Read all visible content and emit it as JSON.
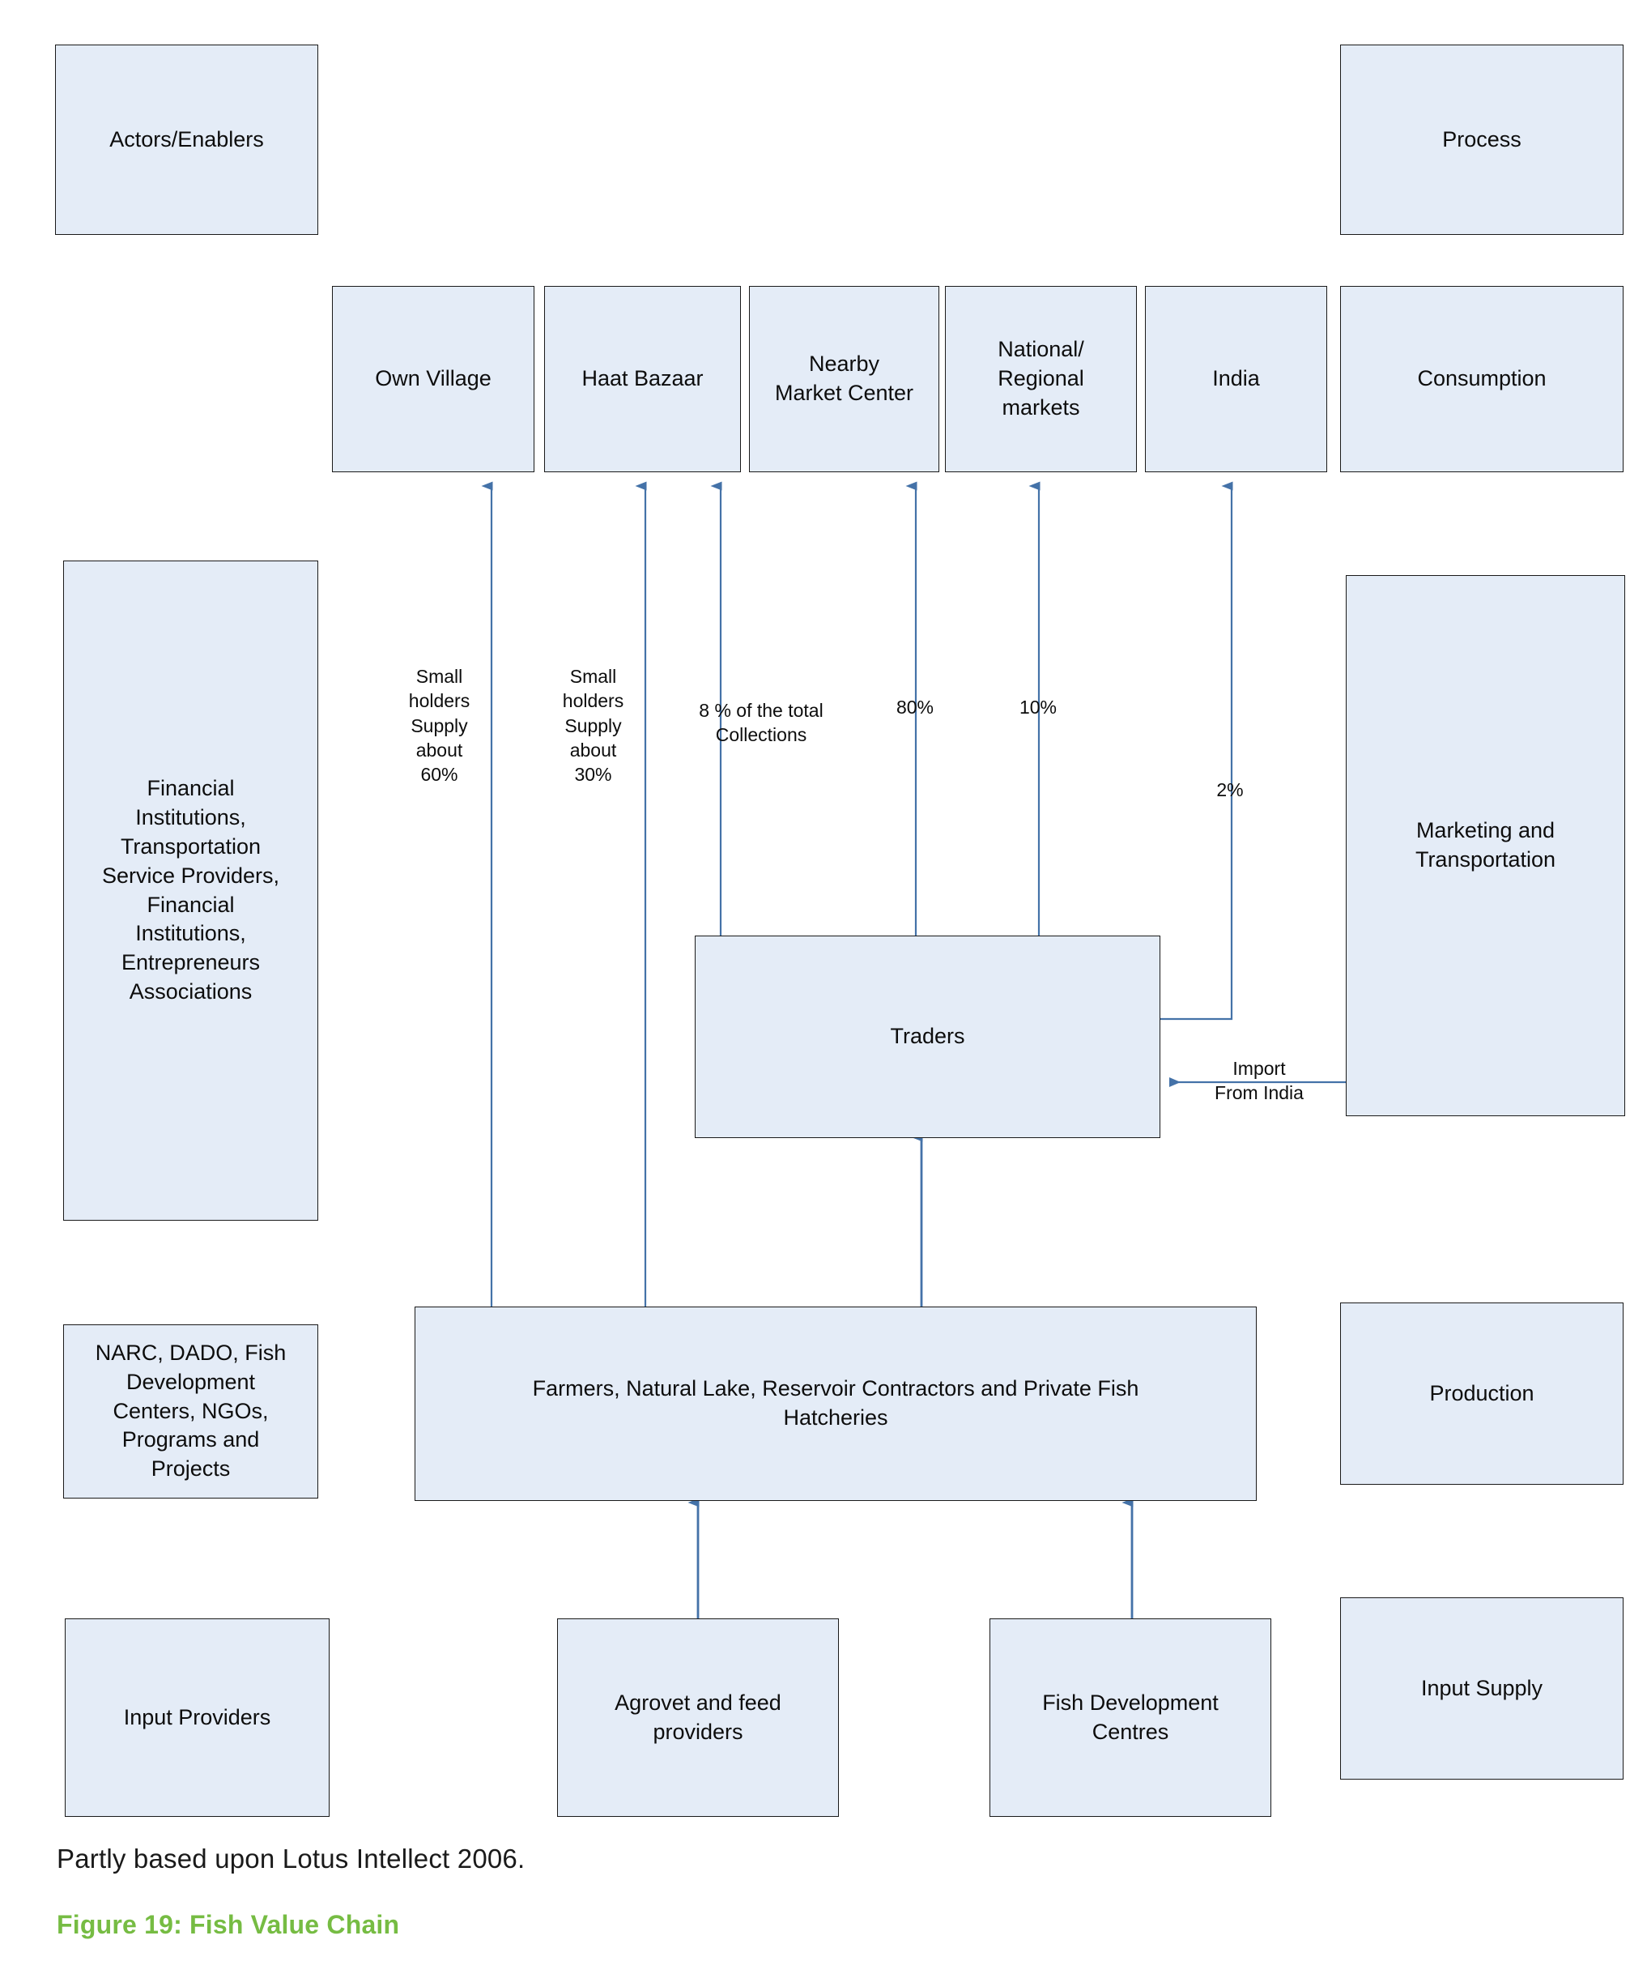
{
  "figure": {
    "note": "Partly based upon Lotus Intellect 2006.",
    "caption": "Figure 19: Fish Value Chain",
    "caption_color": "#76bc43",
    "node_fill": "#e4ecf7",
    "node_border": "#1a1a1a",
    "arrow_color": "#4472a8"
  },
  "column_headers": {
    "left_label": "Actors/Enablers",
    "right_label": "Process"
  },
  "nodes": {
    "actors_enablers": "Actors/Enablers",
    "process": "Process",
    "own_village": "Own Village",
    "haat_bazaar": "Haat Bazaar",
    "nearby_market_center": "Nearby\nMarket Center",
    "national_regional_markets": "National/\nRegional\nmarkets",
    "india": "India",
    "consumption": "Consumption",
    "financial_institutions": "Financial\nInstitutions,\nTransportation\nService Providers,\nFinancial\nInstitutions,\nEntrepreneurs\nAssociations",
    "marketing_transportation": "Marketing and\nTransportation",
    "traders": "Traders",
    "narc_dado": "NARC, DADO, Fish\nDevelopment\nCenters, NGOs,\nPrograms and\nProjects",
    "farmers": "Farmers, Natural Lake, Reservoir Contractors and Private Fish\nHatcheries",
    "production": "Production",
    "input_providers": "Input Providers",
    "agrovet_feed": "Agrovet and feed\nproviders",
    "fish_development_centres": "Fish Development\nCentres",
    "input_supply": "Input Supply"
  },
  "edge_labels": {
    "smallholders_60": "Small\nholders\nSupply\nabout\n60%",
    "smallholders_30": "Small\nholders\nSupply\nabout\n30%",
    "collections_8": "8 % of the total\nCollections",
    "pct_80": "80%",
    "pct_10": "10%",
    "pct_2": "2%",
    "import_from_india": "Import\nFrom India"
  },
  "chart_data": {
    "type": "diagram",
    "title": "Fish Value Chain",
    "flows": [
      {
        "from": "Farmers, Natural Lake, Reservoir Contractors and Private Fish Hatcheries",
        "to": "Own Village",
        "label": "Small holders Supply about 60%",
        "value": 60,
        "unit": "%"
      },
      {
        "from": "Farmers, Natural Lake, Reservoir Contractors and Private Fish Hatcheries",
        "to": "Haat Bazaar",
        "label": "Small holders Supply about 30%",
        "value": 30,
        "unit": "%"
      },
      {
        "from": "Traders",
        "to": "Haat Bazaar",
        "label": "8 % of the total Collections",
        "value": 8,
        "unit": "%"
      },
      {
        "from": "Traders",
        "to": "Nearby Market Center",
        "label": "80%",
        "value": 80,
        "unit": "%"
      },
      {
        "from": "Traders",
        "to": "National/Regional markets",
        "label": "10%",
        "value": 10,
        "unit": "%"
      },
      {
        "from": "Traders",
        "to": "India",
        "label": "2%",
        "value": 2,
        "unit": "%"
      },
      {
        "from": "Marketing and Transportation",
        "to": "Traders",
        "label": "Import From India",
        "value": null,
        "unit": ""
      },
      {
        "from": "Farmers, Natural Lake, Reservoir Contractors and Private Fish Hatcheries",
        "to": "Traders",
        "label": "",
        "value": null,
        "unit": ""
      },
      {
        "from": "Agrovet and feed providers",
        "to": "Farmers, Natural Lake, Reservoir Contractors and Private Fish Hatcheries",
        "label": "",
        "value": null,
        "unit": ""
      },
      {
        "from": "Fish Development Centres",
        "to": "Farmers, Natural Lake, Reservoir Contractors and Private Fish Hatcheries",
        "label": "",
        "value": null,
        "unit": ""
      }
    ]
  }
}
